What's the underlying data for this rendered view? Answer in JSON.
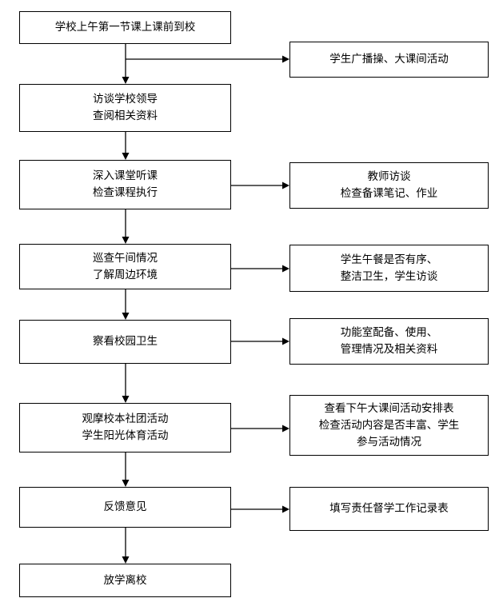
{
  "flowchart": {
    "main_steps": [
      {
        "id": "arrive",
        "lines": [
          "学校上午第一节课上课前到校"
        ]
      },
      {
        "id": "interview",
        "lines": [
          "访谈学校领导",
          "查阅相关资料"
        ]
      },
      {
        "id": "classroom",
        "lines": [
          "深入课堂听课",
          "检查课程执行"
        ]
      },
      {
        "id": "noon",
        "lines": [
          "巡查午间情况",
          "了解周边环境"
        ]
      },
      {
        "id": "hygiene",
        "lines": [
          "察看校园卫生"
        ]
      },
      {
        "id": "clubs",
        "lines": [
          "观摩校本社团活动",
          "学生阳光体育活动"
        ]
      },
      {
        "id": "feedback",
        "lines": [
          "反馈意见"
        ]
      },
      {
        "id": "leave",
        "lines": [
          "放学离校"
        ]
      }
    ],
    "side_steps": [
      {
        "id": "exercise",
        "lines": [
          "学生广播操、大课间活动"
        ]
      },
      {
        "id": "teachers",
        "lines": [
          "教师访谈",
          "检查备课笔记、作业"
        ]
      },
      {
        "id": "lunch",
        "lines": [
          "学生午餐是否有序、",
          "整洁卫生，学生访谈"
        ]
      },
      {
        "id": "rooms",
        "lines": [
          "功能室配备、使用、",
          "管理情况及相关资料"
        ]
      },
      {
        "id": "schedule",
        "lines": [
          "查看下午大课间活动安排表",
          "检查活动内容是否丰富、学生",
          "参与活动情况"
        ]
      },
      {
        "id": "record",
        "lines": [
          "填写责任督学工作记录表"
        ]
      }
    ],
    "colors": {
      "stroke": "#000000",
      "fill": "#ffffff",
      "text": "#000000"
    }
  }
}
